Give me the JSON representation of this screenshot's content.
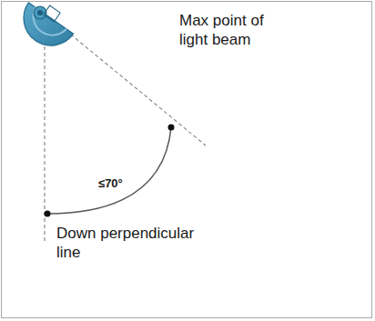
{
  "diagram": {
    "labels": [
      "Max point of light beam",
      "≤70°",
      "Down perpendicular line"
    ]
  }
}
